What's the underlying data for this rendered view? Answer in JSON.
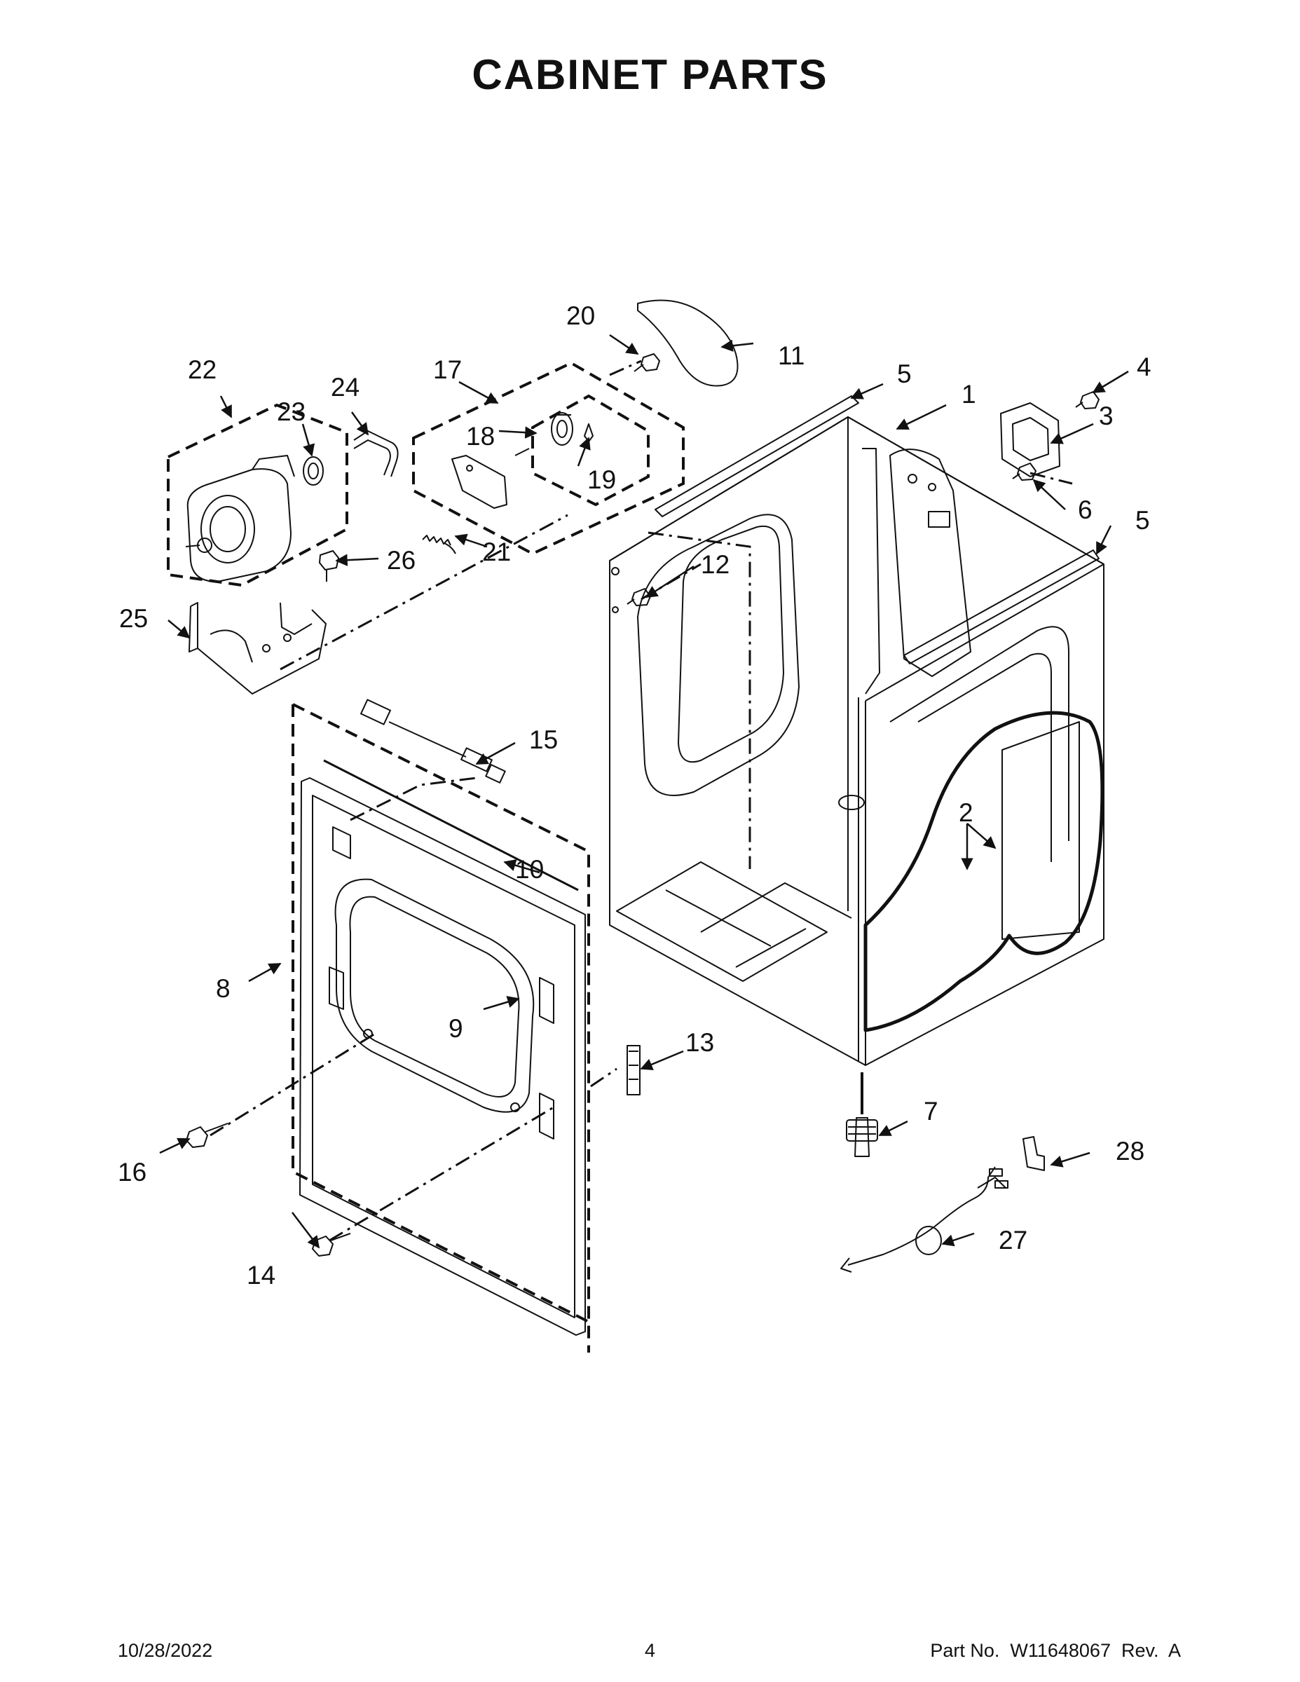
{
  "title": "CABINET PARTS",
  "callouts": {
    "c1": "1",
    "c2": "2",
    "c3": "3",
    "c4": "4",
    "c5a": "5",
    "c5b": "5",
    "c6": "6",
    "c7": "7",
    "c8": "8",
    "c9": "9",
    "c10": "10",
    "c11": "11",
    "c12": "12",
    "c13": "13",
    "c14": "14",
    "c15": "15",
    "c16": "16",
    "c17": "17",
    "c18": "18",
    "c19": "19",
    "c20": "20",
    "c21": "21",
    "c22": "22",
    "c23": "23",
    "c24": "24",
    "c25": "25",
    "c26": "26",
    "c27": "27",
    "c28": "28"
  },
  "footer": {
    "date": "10/28/2022",
    "page": "4",
    "part": "Part No.  W11648067  Rev.  A"
  }
}
